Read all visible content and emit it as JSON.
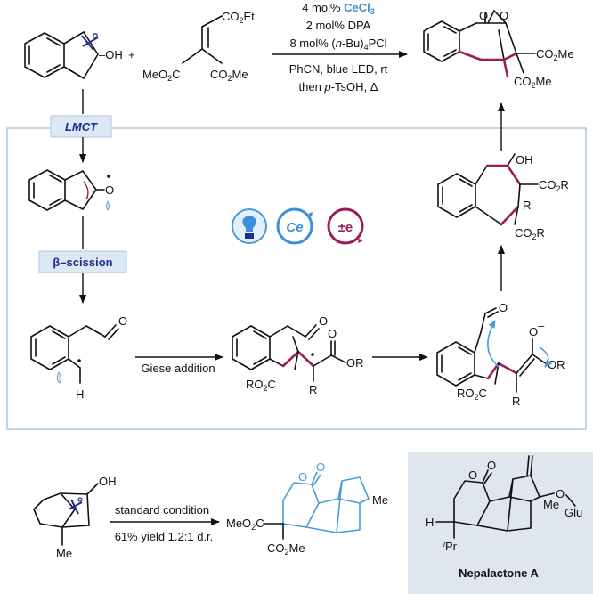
{
  "reaction": {
    "conditions": {
      "line1_prefix": "4 mol% ",
      "line1_reagent": "CeCl",
      "line1_sub": "3",
      "line2": "2 mol% DPA",
      "line3_a": "8 mol% (",
      "line3_b": "n",
      "line3_c": "-Bu)",
      "line3_sub": "4",
      "line3_d": "PCl",
      "line4": "PhCN, blue LED, rt",
      "line5_a": "then ",
      "line5_b": "p",
      "line5_c": "-TsOH, Δ"
    },
    "plus": "+",
    "reactant1_oh": "–OH",
    "alkene_co2et": "CO",
    "alkene_meo2c": "MeO",
    "alkene_co2me": "CO",
    "product_co2me1": "CO",
    "product_co2me2": "CO",
    "product_o1": "O",
    "product_o2": "O"
  },
  "mechanism": {
    "lmct_label": "LMCT",
    "beta_label": "β–scission",
    "giese_label": "Giese addition",
    "ce_label": "Ce",
    "e_label": "±e",
    "alkoxy_o": "O",
    "aldehyde_o": "O",
    "radical_h": "H",
    "ro2c": "RO",
    "or": "OR",
    "r": "R",
    "co2r": "CO",
    "oh": "OH",
    "enolate_minus": "–"
  },
  "application": {
    "arrow_top": "standard condition",
    "arrow_bottom": "61% yield 1.2:1 d.r.",
    "sm_oh": "OH",
    "sm_me": "Me",
    "prod_meo2c": "MeO",
    "prod_co2me": "CO",
    "prod_me": "Me",
    "nepalactone_name": "Nepalactone A",
    "nep_h": "H",
    "nep_ipr": "Pr",
    "nep_i": "i",
    "nep_oglu": "O",
    "nep_glu": "Glu",
    "nep_me": "Me"
  },
  "colors": {
    "ce_blue": "#3d8fd8",
    "bond_purple": "#9c1d55",
    "box_border": "#a9c9e6",
    "label_fill": "#dde8f5",
    "label_text": "#1d2e8c",
    "panel_fill": "#dfe6ee",
    "natural_product_blue": "#4a9bd6"
  }
}
